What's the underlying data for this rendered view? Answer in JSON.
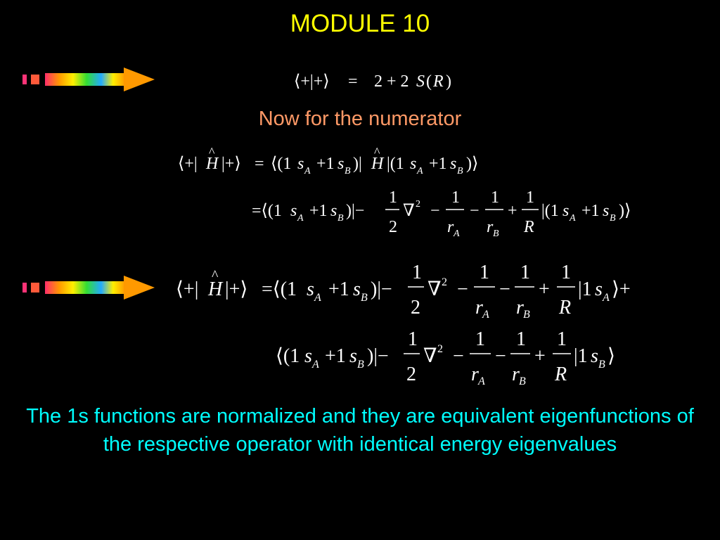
{
  "slide": {
    "title": "MODULE 10",
    "subtitle": "Now for the numerator",
    "note": "The 1s functions are normalized and they are equivalent eigenfunctions of the respective operator with identical energy eigenvalues"
  },
  "equations": {
    "overlap": "⟨+|+⟩ = 2 + 2S(R)",
    "numerator_line1": "⟨+|Ĥ|+⟩ = ⟨(1s_A + 1s_B)|Ĥ|(1s_A + 1s_B)⟩",
    "numerator_line2": "= ⟨(1s_A + 1s_B)| −1/2 ∇² − 1/r_A − 1/r_B + 1/R |(1s_A + 1s_B)⟩",
    "expansion_line1": "⟨+|Ĥ|+⟩ = ⟨(1s_A + 1s_B)| −1/2 ∇² − 1/r_A − 1/r_B + 1/R |1s_A⟩ +",
    "expansion_line2": "⟨(1s_A + 1s_B)| −1/2 ∇² − 1/r_A − 1/r_B + 1/R |1s_B⟩"
  },
  "arrow_colors": [
    "#ff3366",
    "#ff9900",
    "#ffff00",
    "#33cc33",
    "#3399ff",
    "#ffff00",
    "#ff9900"
  ]
}
